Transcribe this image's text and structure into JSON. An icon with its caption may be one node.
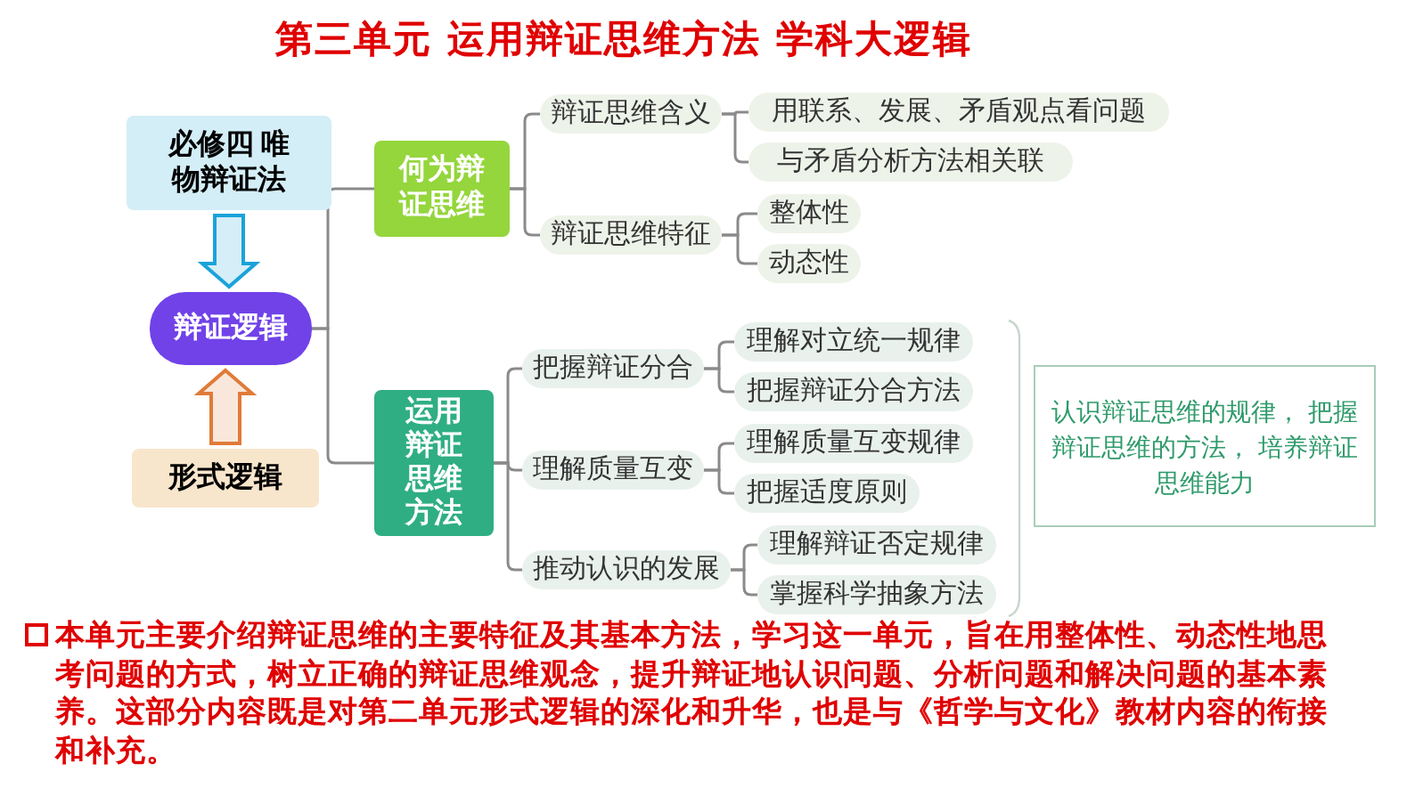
{
  "diagram": {
    "title": "第三单元 运用辩证思维方法 学科大逻辑",
    "nodes": [
      {
        "text": [
          "必修四 唯物辩证法"
        ]
      },
      {
        "text": [
          "辩证逻辑"
        ]
      },
      {
        "text": [
          "形式逻辑"
        ]
      },
      {
        "text": [
          "何为辩证思维"
        ]
      },
      {
        "text": [
          "运用辩证思维方法"
        ]
      },
      {
        "text": [
          "辩证思维含义"
        ]
      },
      {
        "text": [
          "辩证思维特征"
        ]
      },
      {
        "text": [
          "用联系、发展、矛盾观点看问题"
        ]
      },
      {
        "text": [
          "与矛盾分析方法相关联"
        ]
      },
      {
        "text": [
          "整体性"
        ]
      },
      {
        "text": [
          "动态性"
        ]
      },
      {
        "text": [
          "把握辩证分合"
        ]
      },
      {
        "text": [
          "理解质量互变"
        ]
      },
      {
        "text": [
          "推动认识的发展"
        ]
      },
      {
        "text": [
          "理解对立统一规律"
        ]
      },
      {
        "text": [
          "把握辩证分合方法"
        ]
      },
      {
        "text": [
          "理解质量互变规律"
        ]
      },
      {
        "text": [
          "把握适度原则"
        ]
      },
      {
        "text": [
          "理解辩证否定规律"
        ]
      },
      {
        "text": [
          "掌握科学抽象方法"
        ]
      },
      {
        "text": [
          "认识辩证思维的规律， 把握辩证思维的方法， 培养辩证思维能力"
        ]
      }
    ],
    "edges": [
      {
        "from": 0,
        "to": 1,
        "arrow": "to",
        "style": "thick",
        "color": "#1aa3d9"
      },
      {
        "from": 2,
        "to": 1,
        "arrow": "to",
        "style": "thick",
        "color": "#e07b39"
      },
      {
        "from": 1,
        "to": 3,
        "arrow": "none"
      },
      {
        "from": 1,
        "to": 4,
        "arrow": "none"
      },
      {
        "from": 3,
        "to": 5,
        "arrow": "none"
      },
      {
        "from": 3,
        "to": 6,
        "arrow": "none"
      },
      {
        "from": 5,
        "to": 7,
        "arrow": "none"
      },
      {
        "from": 5,
        "to": 8,
        "arrow": "none"
      },
      {
        "from": 6,
        "to": 9,
        "arrow": "none"
      },
      {
        "from": 6,
        "to": 10,
        "arrow": "none"
      },
      {
        "from": 4,
        "to": 11,
        "arrow": "none"
      },
      {
        "from": 4,
        "to": 12,
        "arrow": "none"
      },
      {
        "from": 4,
        "to": 13,
        "arrow": "none"
      },
      {
        "from": 11,
        "to": 14,
        "arrow": "none"
      },
      {
        "from": 11,
        "to": 15,
        "arrow": "none"
      },
      {
        "from": 12,
        "to": 16,
        "arrow": "none"
      },
      {
        "from": 12,
        "to": 17,
        "arrow": "none"
      },
      {
        "from": 13,
        "to": 18,
        "arrow": "none"
      },
      {
        "from": 13,
        "to": 19,
        "arrow": "none"
      }
    ],
    "labels": [
      "本单元主要介绍辩证思维的主要特征及其基本方法，学习这一单元，旨在用整体性、动态性地思考问题的方式，树立正确的辩证思维观念，提升辩证地认识问题、分析问题和解决问题的基本素养。这部分内容既是对第二单元形式逻辑的深化和升华，也是与《哲学与文化》教材内容的衔接和补充。"
    ]
  }
}
